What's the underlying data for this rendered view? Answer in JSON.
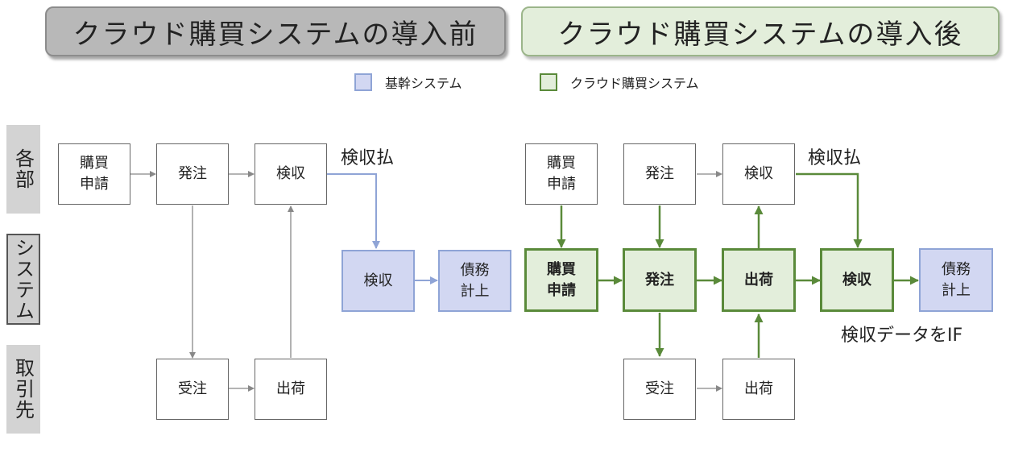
{
  "titles": {
    "before": "クラウド購買システムの導入前",
    "after": "クラウド購買システムの導入後"
  },
  "legend": {
    "core_system": "基幹システム",
    "cloud_system": "クラウド購買システム"
  },
  "rows": {
    "departments": "各部",
    "system": "システム",
    "suppliers": "取引先"
  },
  "before": {
    "purchase_request": "購買\n申請",
    "order": "発注",
    "inspection": "検収",
    "sys_inspection": "検収",
    "sys_liability": "債務\n計上",
    "receive_order": "受注",
    "shipment": "出荷",
    "note_inspection_payment": "検収払"
  },
  "after": {
    "purchase_request": "購買\n申請",
    "order": "発注",
    "inspection": "検収",
    "sys_purchase_request": "購買\n申請",
    "sys_order": "発注",
    "sys_shipment": "出荷",
    "sys_inspection": "検収",
    "sys_liability": "債務\n計上",
    "receive_order": "受注",
    "shipment": "出荷",
    "note_inspection_payment": "検収払",
    "note_if": "検収データをIF"
  },
  "colors": {
    "core_fill": "#d2d7f2",
    "core_border": "#8fa4d6",
    "cloud_fill": "#e3eedb",
    "cloud_border": "#5a8a3a",
    "plain_arrow": "#888888"
  }
}
